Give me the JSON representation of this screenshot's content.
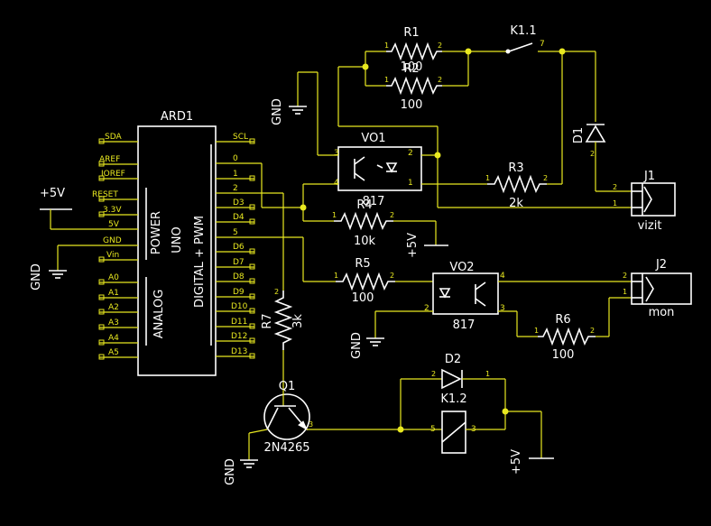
{
  "colors": {
    "background": "#000000",
    "wire": "#e8e820",
    "part": "#ffffff"
  },
  "arduino": {
    "ref": "ARD1",
    "left_pins": [
      "SDA",
      "AREF",
      "IOREF",
      "RESET",
      "3.3V",
      "5V",
      "GND",
      "Vin",
      "A0",
      "A1",
      "A2",
      "A3",
      "A4",
      "A5"
    ],
    "right_pins": [
      "SCL",
      "0",
      "1",
      "2",
      "D3",
      "D4",
      "5",
      "D6",
      "D7",
      "D8",
      "D9",
      "D10",
      "D11",
      "D12",
      "D13"
    ],
    "power_label": "POWER",
    "uno_label": "UNO",
    "analog_label": "ANALOG",
    "digital_label": "DIGITAL + PWM"
  },
  "supplies": {
    "vcc_left": "+5V",
    "vcc_mid": "+5V",
    "vcc_bottom": "+5V",
    "gnd": "GND"
  },
  "resistors": {
    "r1": {
      "ref": "R1",
      "value": "100"
    },
    "r2": {
      "ref": "R2",
      "value": "100"
    },
    "r3": {
      "ref": "R3",
      "value": "2k"
    },
    "r4": {
      "ref": "R4",
      "value": "10k"
    },
    "r5": {
      "ref": "R5",
      "value": "100"
    },
    "r6": {
      "ref": "R6",
      "value": "100"
    },
    "r7": {
      "ref": "R7",
      "value": "3k"
    }
  },
  "optos": {
    "vo1": {
      "ref": "VO1",
      "part": "817"
    },
    "vo2": {
      "ref": "VO2",
      "part": "817"
    }
  },
  "relay": {
    "contact": "K1.1",
    "coil": "K1.2",
    "contact_pin": "7"
  },
  "diodes": {
    "d1": "D1",
    "d2": "D2"
  },
  "transistor": {
    "ref": "Q1",
    "part": "2N4265"
  },
  "connectors": {
    "j1": {
      "ref": "J1",
      "label": "vizit"
    },
    "j2": {
      "ref": "J2",
      "label": "mon"
    }
  },
  "pins": {
    "one": "1",
    "two": "2",
    "three": "3",
    "four": "4",
    "five": "5"
  }
}
